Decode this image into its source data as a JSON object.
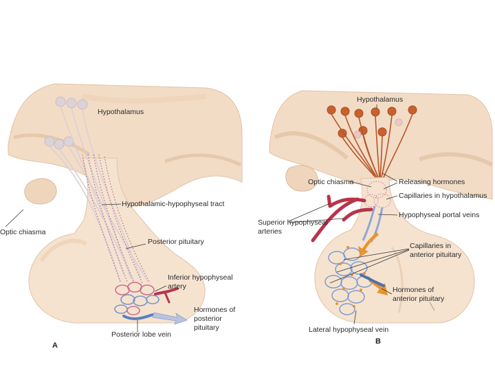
{
  "panel_a": {
    "letter": "A",
    "labels": {
      "hypothalamus": "Hypothalamus",
      "tract": "Hypothalamic-hypophyseal tract",
      "optic_chiasma": "Optic chiasma",
      "posterior_pituitary": "Posterior pituitary",
      "inferior_artery_1": "Inferior hypophyseal",
      "inferior_artery_2": "artery",
      "hormones_1": "Hormones of",
      "hormones_2": "posterior",
      "hormones_3": "pituitary",
      "lobe_vein": "Posterior lobe vein"
    }
  },
  "panel_b": {
    "letter": "B",
    "labels": {
      "hypothalamus": "Hypothalamus",
      "optic_chiasma": "Optic chiasma",
      "releasing_hormones": "Releasing hormones",
      "capillaries_hypothalamus": "Capillaries in hypothalamus",
      "superior_arteries_1": "Superior hypophyseal",
      "superior_arteries_2": "arteries",
      "portal_veins": "Hypophyseal portal veins",
      "capillaries_anterior_1": "Capillaries in",
      "capillaries_anterior_2": "anterior pituitary",
      "hormones_anterior_1": "Hormones of",
      "hormones_anterior_2": "anterior pituitary",
      "lateral_vein": "Lateral hypophyseal vein"
    }
  },
  "colors": {
    "tissue": "#f3dcc6",
    "tissue_light": "#f8ece0",
    "tissue_shadow": "#e7c7ab",
    "artery": "#b8344a",
    "vein": "#6f8fc8",
    "neuron_a": "#d8d0d4",
    "neuron_b": "#c9612e",
    "hormone_arrow": "#e8942f"
  }
}
